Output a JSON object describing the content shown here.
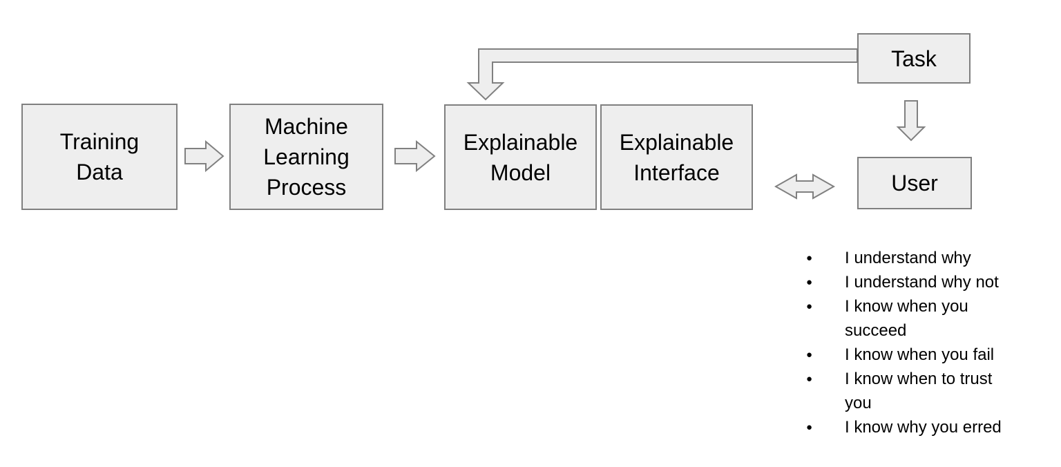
{
  "colors": {
    "background": "#ffffff",
    "box_fill": "#eeeeee",
    "box_border": "#7f7f7f",
    "arrow_fill": "#eeeeee",
    "arrow_border": "#808080",
    "text_color": "#000000"
  },
  "nodes": {
    "training_data": {
      "label": "Training\nData"
    },
    "ml_process": {
      "label": "Machine\nLearning\nProcess"
    },
    "explainable_model": {
      "label": "Explainable\nModel"
    },
    "explainable_interface": {
      "label": "Explainable\nInterface"
    },
    "task": {
      "label": "Task"
    },
    "user": {
      "label": "User"
    }
  },
  "connections": [
    {
      "from": "Training Data",
      "to": "Machine Learning Process",
      "type": "arrow-right"
    },
    {
      "from": "Machine Learning Process",
      "to": "Explainable Model",
      "type": "arrow-right"
    },
    {
      "from": "Task",
      "to": "Explainable Model",
      "type": "bent-arrow-down"
    },
    {
      "from": "Task",
      "to": "User",
      "type": "arrow-down"
    },
    {
      "from": "Explainable Interface",
      "to": "User",
      "type": "arrow-bidirectional"
    }
  ],
  "user_statements": {
    "items": [
      "I understand why",
      "I understand why not",
      "I know when you\nsucceed",
      "I know when you fail",
      "I know when to trust\nyou",
      "I know why you erred"
    ]
  }
}
